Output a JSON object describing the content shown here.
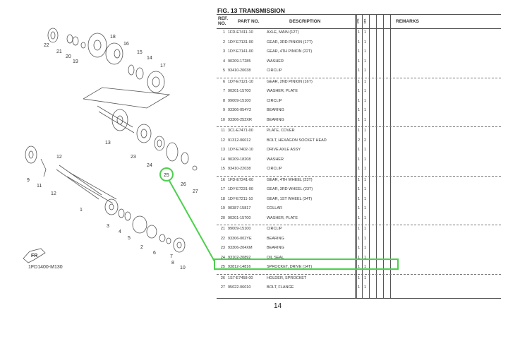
{
  "figure": {
    "title": "FIG. 13  TRANSMISSION",
    "page_number": "14",
    "diagram_code": "1FD1400-M130",
    "front_label": "FR"
  },
  "columns": {
    "ref": "REF. NO.",
    "part": "PART NO.",
    "description": "DESCRIPTION",
    "qty1": "STD",
    "qty2": "SPA",
    "remarks": "REMARKS"
  },
  "highlight": {
    "ref": "25",
    "color": "#4cd04c"
  },
  "rows": [
    {
      "ref": "1",
      "part": "1FD-E7411-10",
      "desc": "AXLE, MAIN (12T)",
      "q1": "1",
      "q2": "1"
    },
    {
      "ref": "2",
      "part": "1DY-E7131-00",
      "desc": "GEAR, 3RD PINION (17T)",
      "q1": "1",
      "q2": "1"
    },
    {
      "ref": "3",
      "part": "1DY-E7141-00",
      "desc": "GEAR, 4TH PINION (22T)",
      "q1": "1",
      "q2": "1"
    },
    {
      "ref": "4",
      "part": "90209-17285",
      "desc": "WASHER",
      "q1": "1",
      "q2": "1"
    },
    {
      "ref": "5",
      "part": "93410-20038",
      "desc": "CIRCLIP",
      "q1": "1",
      "q2": "1"
    },
    {
      "ref": "6",
      "part": "1DY-E7121-10",
      "desc": "GEAR, 2ND PINION (16T)",
      "q1": "1",
      "q2": "1"
    },
    {
      "ref": "7",
      "part": "90201-15700",
      "desc": "WASHER, PLATE",
      "q1": "1",
      "q2": "1"
    },
    {
      "ref": "8",
      "part": "99009-15100",
      "desc": "CIRCLIP",
      "q1": "1",
      "q2": "1"
    },
    {
      "ref": "9",
      "part": "93306-054Y2",
      "desc": "BEARING",
      "q1": "1",
      "q2": "1"
    },
    {
      "ref": "10",
      "part": "93306-252XR",
      "desc": "BEARING",
      "q1": "1",
      "q2": "1"
    },
    {
      "ref": "11",
      "part": "3C1-E7471-00",
      "desc": "PLATE, COVER",
      "q1": "1",
      "q2": "1"
    },
    {
      "ref": "12",
      "part": "91312-06012",
      "desc": "BOLT, HEXAGON SOCKET HEAD",
      "q1": "2",
      "q2": "2"
    },
    {
      "ref": "13",
      "part": "1DY-E7402-10",
      "desc": "DRIVE AXLE ASSY",
      "q1": "1",
      "q2": "1"
    },
    {
      "ref": "14",
      "part": "90209-18208",
      "desc": "WASHER",
      "q1": "1",
      "q2": "1"
    },
    {
      "ref": "15",
      "part": "93410-22038",
      "desc": "CIRCLIP",
      "q1": "1",
      "q2": "1"
    },
    {
      "ref": "16",
      "part": "1FD-E7241-00",
      "desc": "GEAR, 4TH WHEEL (23T)",
      "q1": "1",
      "q2": "1"
    },
    {
      "ref": "17",
      "part": "1DY-E7231-00",
      "desc": "GEAR, 3RD WHEEL (23T)",
      "q1": "1",
      "q2": "1"
    },
    {
      "ref": "18",
      "part": "1DY-E7211-10",
      "desc": "GEAR, 1ST WHEEL (34T)",
      "q1": "1",
      "q2": "1"
    },
    {
      "ref": "19",
      "part": "90387-15817",
      "desc": "COLLAR",
      "q1": "1",
      "q2": "1"
    },
    {
      "ref": "20",
      "part": "90201-15700",
      "desc": "WASHER, PLATE",
      "q1": "1",
      "q2": "1"
    },
    {
      "ref": "21",
      "part": "99009-15100",
      "desc": "CIRCLIP",
      "q1": "1",
      "q2": "1"
    },
    {
      "ref": "22",
      "part": "93306-002YE",
      "desc": "BEARING",
      "q1": "1",
      "q2": "1"
    },
    {
      "ref": "23",
      "part": "93306-204XM",
      "desc": "BEARING",
      "q1": "1",
      "q2": "1"
    },
    {
      "ref": "24",
      "part": "93102-20892",
      "desc": "OIL SEAL",
      "q1": "1",
      "q2": "1"
    },
    {
      "ref": "25",
      "part": "93812-14816",
      "desc": "SPROCKET, DRIVE (14T)",
      "q1": "1",
      "q2": "1"
    },
    {
      "ref": "26",
      "part": "1S7-E7458-00",
      "desc": "HOLDER, SPROCKET",
      "q1": "1",
      "q2": "1"
    },
    {
      "ref": "27",
      "part": "95022-06010",
      "desc": "BOLT, FLANGE",
      "q1": "1",
      "q2": "1"
    }
  ],
  "diagram_labels": [
    "22",
    "21",
    "20",
    "19",
    "18",
    "16",
    "15",
    "14",
    "17",
    "13",
    "23",
    "24",
    "25",
    "26",
    "27",
    "12",
    "9",
    "11",
    "12",
    "1",
    "3",
    "4",
    "5",
    "2",
    "6",
    "7",
    "8",
    "10"
  ]
}
